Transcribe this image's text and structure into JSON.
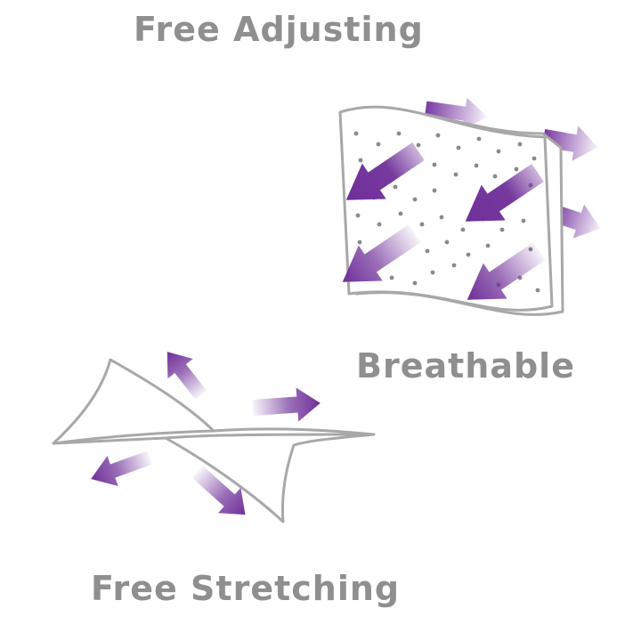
{
  "labels": {
    "free_adjusting": "Free Adjusting",
    "breathable": "Breathable",
    "free_stretching": "Free Stretching"
  },
  "colors": {
    "label_gray": "#8f8f8f",
    "outline_gray": "#a8a8a8",
    "accent_purple": "#6f2f99",
    "dot_gray": "#8a8a8a"
  }
}
